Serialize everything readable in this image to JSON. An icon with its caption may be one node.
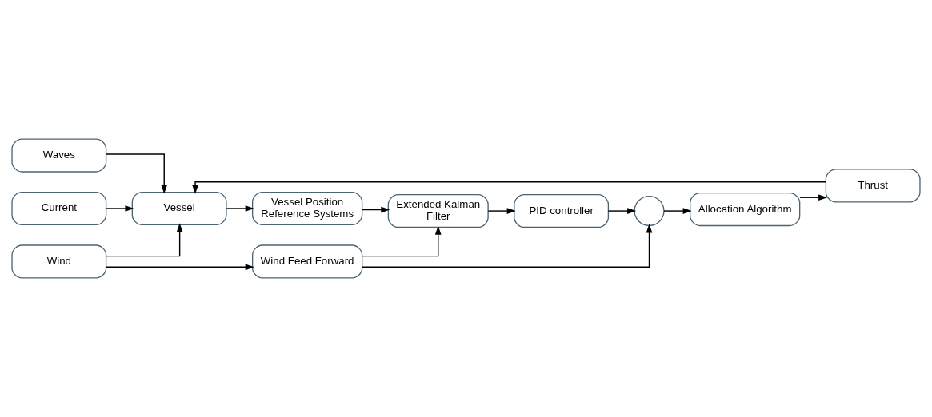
{
  "diagram": {
    "nodes": [
      {
        "text": [
          "Waves"
        ]
      },
      {
        "text": [
          "Wind"
        ]
      },
      {
        "text": [
          "Current"
        ]
      },
      {
        "text": [
          "Wind Feed Forward"
        ]
      },
      {
        "text": [
          "Extended Kalman Filter"
        ]
      },
      {
        "text": [
          "PID controller"
        ]
      },
      {
        "text": [],
        "shape": "circle"
      },
      {
        "text": [
          "Allocation Algorithm"
        ]
      },
      {
        "text": [
          "Thrust"
        ]
      },
      {
        "text": [
          "Vessel"
        ]
      },
      {
        "text": [
          "Vessel Position Reference Systems"
        ]
      }
    ],
    "edges": [
      {
        "from": 1,
        "to": 3,
        "arrow": "to"
      },
      {
        "from": 3,
        "to": 4,
        "arrow": "to"
      },
      {
        "from": 3,
        "to": 6,
        "arrow": "to"
      },
      {
        "from": 4,
        "to": 5,
        "arrow": "to"
      },
      {
        "from": 5,
        "to": 6,
        "arrow": "to"
      },
      {
        "from": 6,
        "to": 7,
        "arrow": "to"
      },
      {
        "from": 7,
        "to": 8,
        "arrow": "to"
      },
      {
        "from": 8,
        "to": 9,
        "arrow": "to"
      },
      {
        "from": 0,
        "to": 9,
        "arrow": "to"
      },
      {
        "from": 1,
        "to": 9,
        "arrow": "to"
      },
      {
        "from": 2,
        "to": 9,
        "arrow": "to"
      },
      {
        "from": 9,
        "to": 10,
        "arrow": "to"
      },
      {
        "from": 10,
        "to": 4,
        "arrow": "to"
      }
    ]
  }
}
